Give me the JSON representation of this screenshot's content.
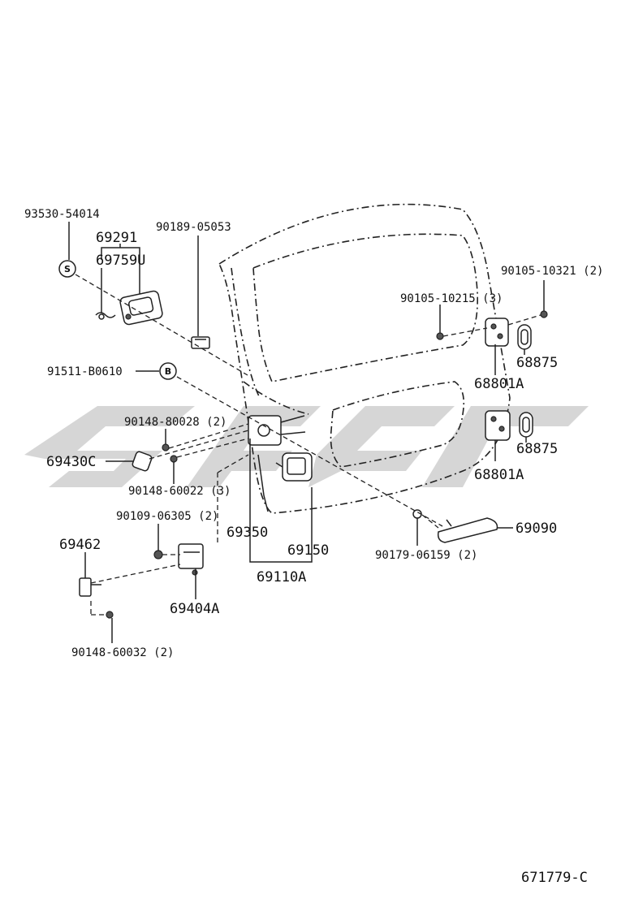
{
  "diagram_ref": "671779-C",
  "callouts": {
    "s": "S",
    "b": "B"
  },
  "labels": {
    "p93530": "93530-54014",
    "p69291": "69291",
    "p69759u": "69759U",
    "p90189": "90189-05053",
    "p90105_10321": "90105-10321 (2)",
    "p90105_10215": "90105-10215 (3)",
    "p68875_top": "68875",
    "p68801a_top": "68801A",
    "p91511": "91511-B0610",
    "p90148_80028": "90148-80028 (2)",
    "p69430c": "69430C",
    "p90148_60022": "90148-60022 (3)",
    "p68875_bot": "68875",
    "p68801a_bot": "68801A",
    "p90109": "90109-06305 (2)",
    "p69350": "69350",
    "p69150": "69150",
    "p69090": "69090",
    "p69462": "69462",
    "p90179": "90179-06159 (2)",
    "p69110a": "69110A",
    "p69404a": "69404A",
    "p90148_60032": "90148-60032 (2)"
  },
  "colors": {
    "line": "#222222",
    "watermark": "#cfcfcf"
  }
}
